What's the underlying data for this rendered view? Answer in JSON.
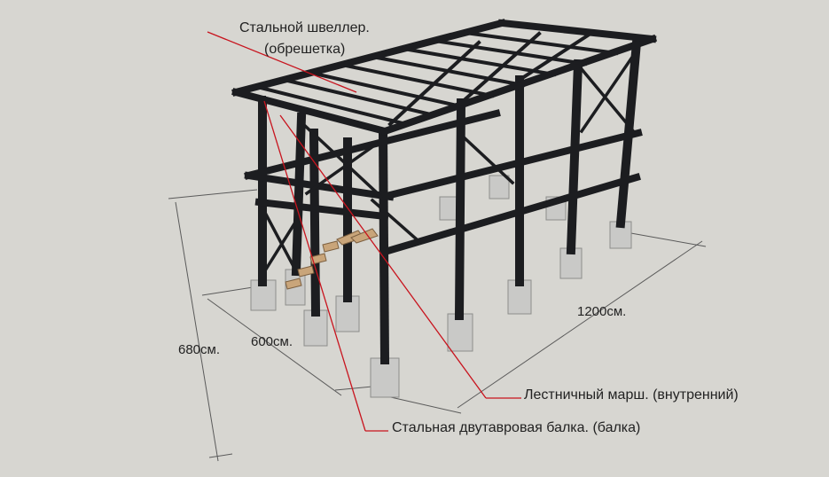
{
  "annotations": {
    "channel_line1": "Стальной швеллер.",
    "channel_line2": "(обрешетка)",
    "stair": "Лестничный марш. (внутренний)",
    "beam": "Стальная двутавровая балка. (балка)"
  },
  "dimensions": {
    "height": "680см.",
    "width": "600см.",
    "length": "1200см."
  },
  "colors": {
    "background": "#d7d6d1",
    "steel": "#1c1d20",
    "concrete": "#c9c9c7",
    "pointer": "#c8141e",
    "stairs": "#c9a57a"
  }
}
